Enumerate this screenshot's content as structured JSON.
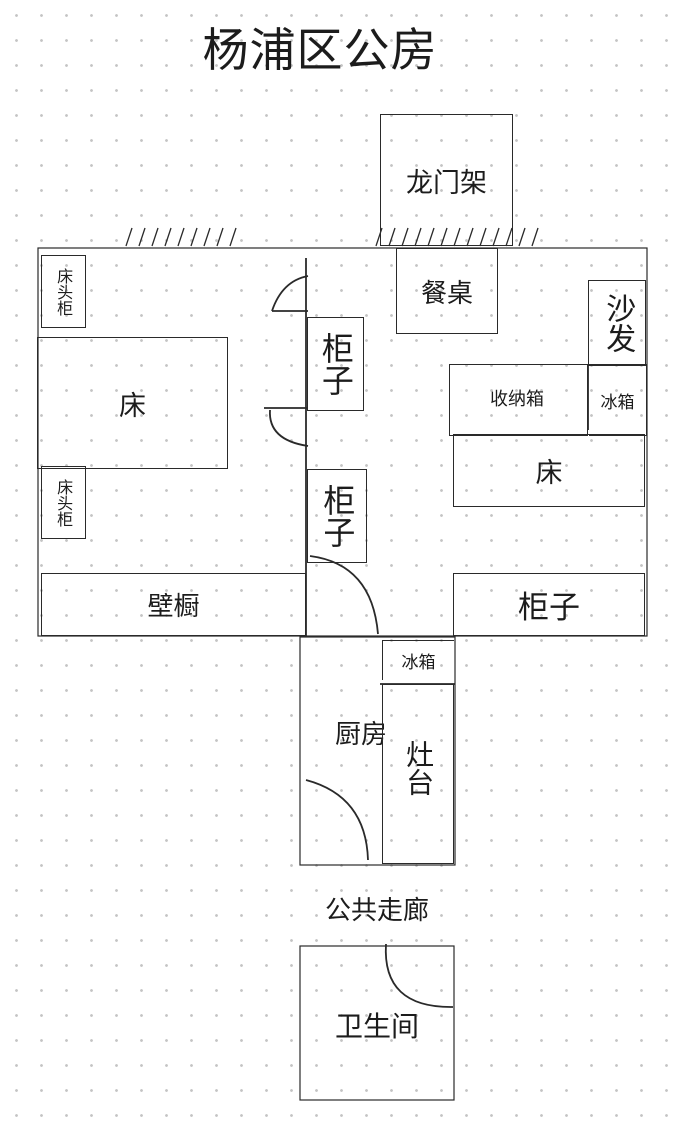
{
  "title": "杨浦区公房",
  "labels": {
    "gantry": "龙门架",
    "dining_table": "餐桌",
    "sofa": "沙发",
    "storage_box": "收纳箱",
    "fridge_right": "冰箱",
    "bed_right": "床",
    "cabinet_right": "柜子",
    "nightstand_top": "床头柜",
    "bed_left": "床",
    "nightstand_bottom": "床头柜",
    "wardrobe": "壁橱",
    "cabinet_mid_top": "柜子",
    "cabinet_mid_bottom": "柜子",
    "fridge_kitchen": "冰箱",
    "kitchen": "厨房",
    "stove": "灶台",
    "corridor": "公共走廊",
    "bathroom": "卫生间"
  }
}
